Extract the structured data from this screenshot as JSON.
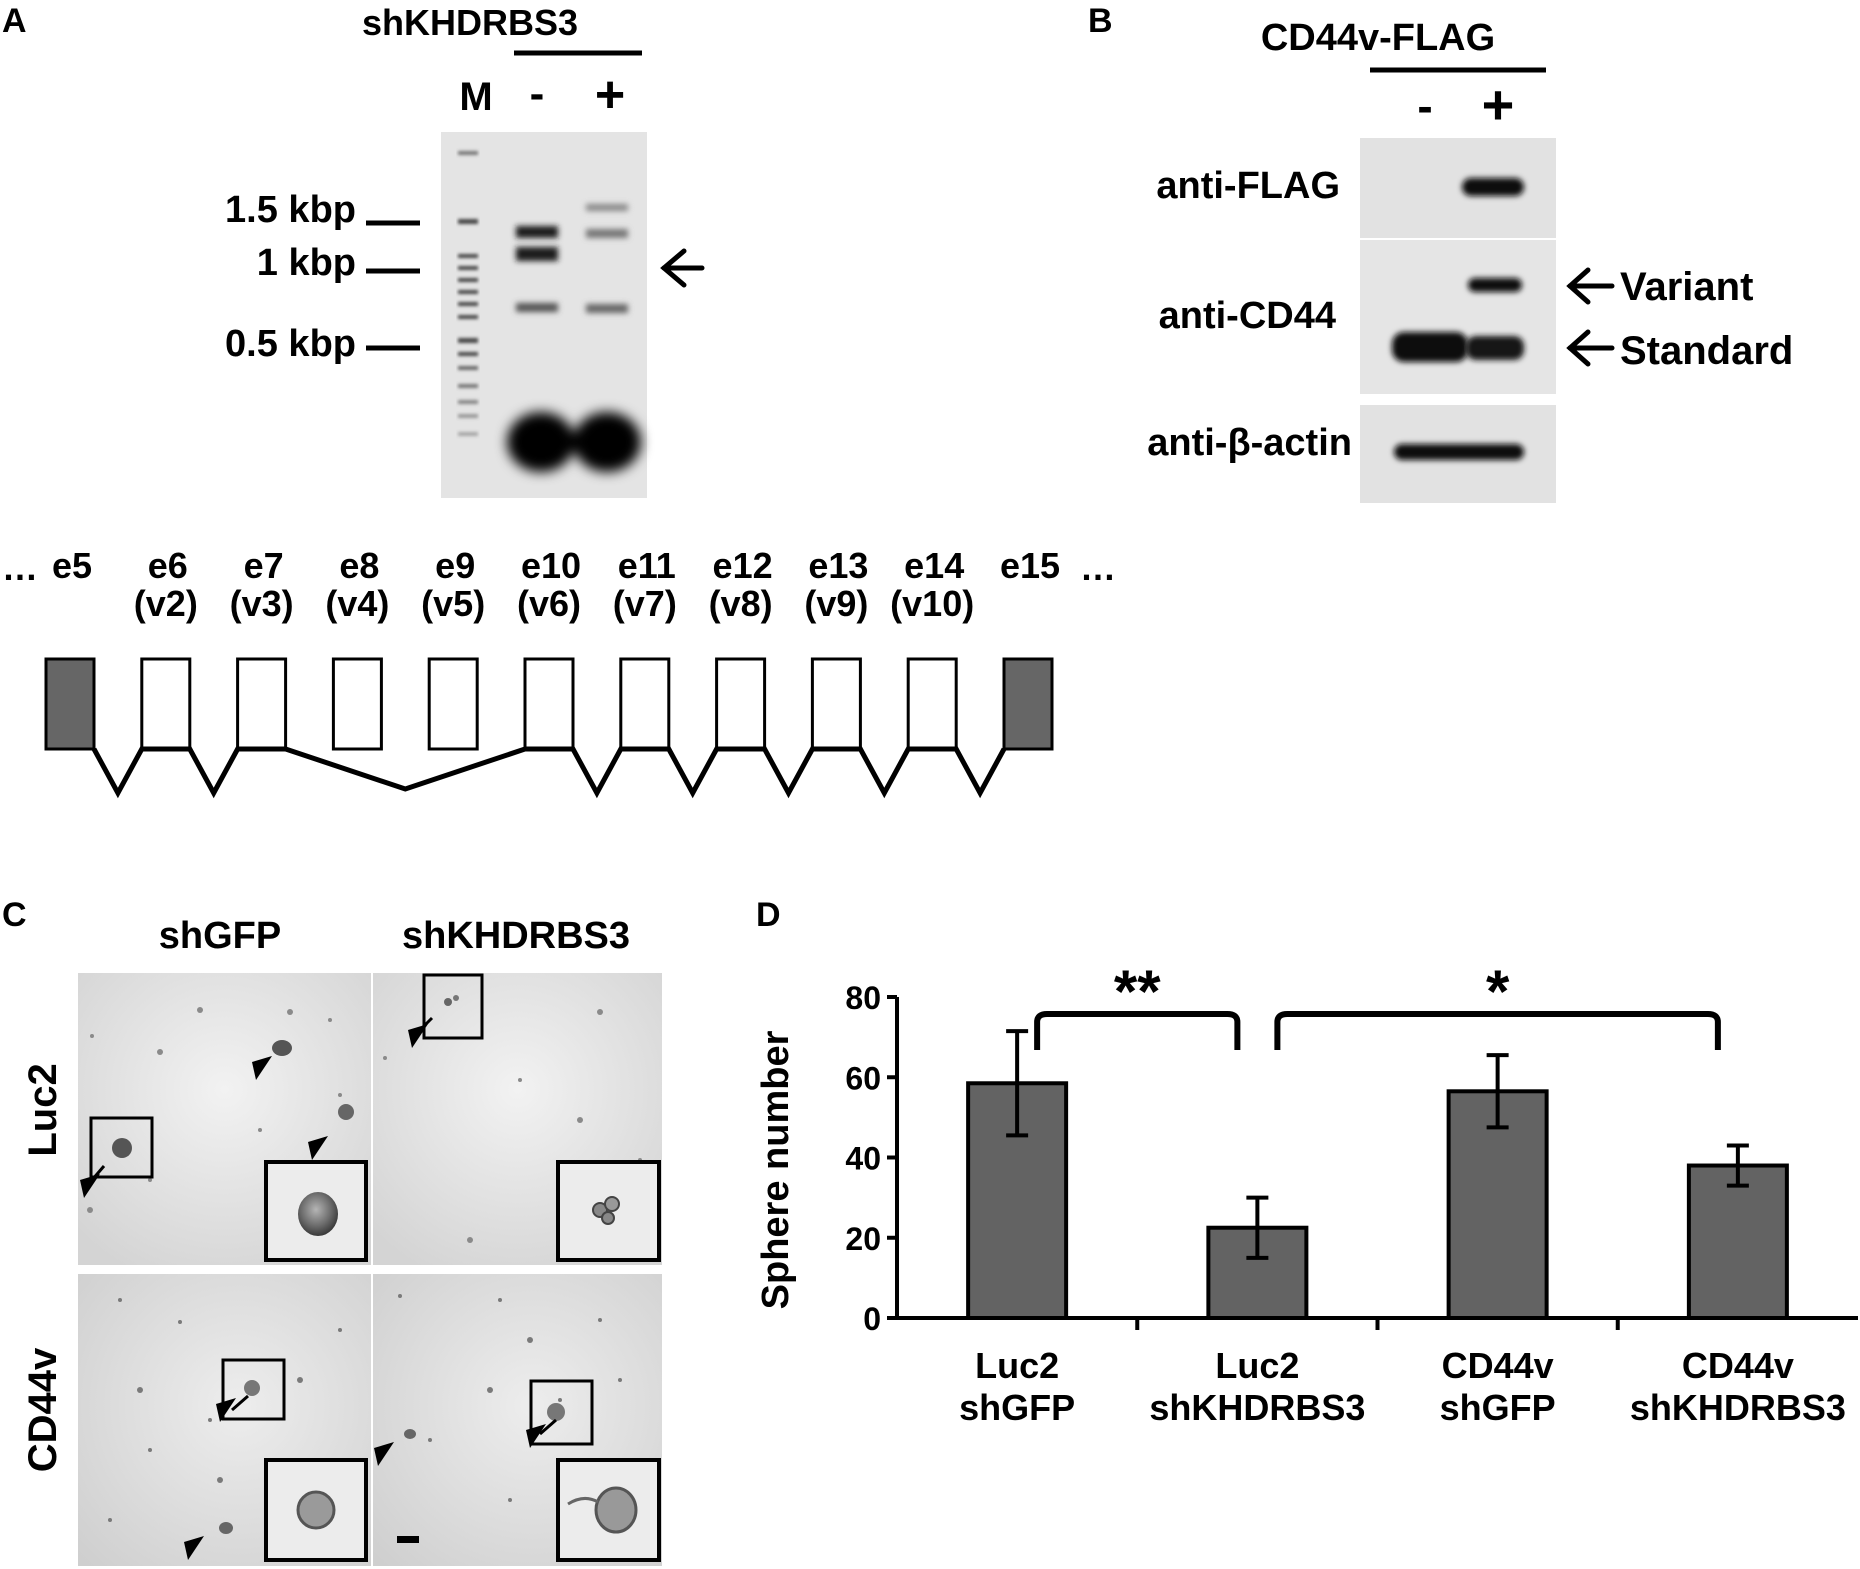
{
  "panels": {
    "a": {
      "letter": "A",
      "header": "shKHDRBS3",
      "lane_labels": [
        "M",
        "-",
        "+"
      ],
      "size_markers": [
        "1.5 kbp",
        "1 kbp",
        "0.5 kbp"
      ]
    },
    "b": {
      "letter": "B",
      "header": "CD44v-FLAG",
      "lane_labels": [
        "-",
        "+"
      ],
      "blot_labels": [
        "anti-FLAG",
        "anti-CD44",
        "anti-β-actin"
      ],
      "band_labels": [
        "Variant",
        "Standard"
      ]
    },
    "exon_map": {
      "ellipsis": "…",
      "exons": [
        {
          "name": "e5",
          "variant": "",
          "included": true,
          "constant": true
        },
        {
          "name": "e6",
          "variant": "(v2)",
          "included": true,
          "constant": false
        },
        {
          "name": "e7",
          "variant": "(v3)",
          "included": true,
          "constant": false
        },
        {
          "name": "e8",
          "variant": "(v4)",
          "included": false,
          "constant": false
        },
        {
          "name": "e9",
          "variant": "(v5)",
          "included": false,
          "constant": false
        },
        {
          "name": "e10",
          "variant": "(v6)",
          "included": true,
          "constant": false
        },
        {
          "name": "e11",
          "variant": "(v7)",
          "included": true,
          "constant": false
        },
        {
          "name": "e12",
          "variant": "(v8)",
          "included": true,
          "constant": false
        },
        {
          "name": "e13",
          "variant": "(v9)",
          "included": true,
          "constant": false
        },
        {
          "name": "e14",
          "variant": "(v10)",
          "included": true,
          "constant": false
        },
        {
          "name": "e15",
          "variant": "",
          "included": true,
          "constant": true
        }
      ]
    },
    "c": {
      "letter": "C",
      "column_labels": [
        "shGFP",
        "shKHDRBS3"
      ],
      "row_labels": [
        "Luc2",
        "CD44v"
      ]
    },
    "d": {
      "letter": "D",
      "significance": [
        "**",
        "*"
      ]
    }
  },
  "chart_data": {
    "type": "bar",
    "title": "",
    "xlabel": "",
    "ylabel": "Sphere number",
    "ylim": [
      0,
      80
    ],
    "yticks": [
      0,
      20,
      40,
      60,
      80
    ],
    "categories": [
      [
        "Luc2",
        "shGFP"
      ],
      [
        "Luc2",
        "shKHDRBS3"
      ],
      [
        "CD44v",
        "shGFP"
      ],
      [
        "CD44v",
        "shKHDRBS3"
      ]
    ],
    "values": [
      58.5,
      22.5,
      56.5,
      38
    ],
    "errors": [
      13,
      7.5,
      9,
      5
    ],
    "bar_color": "#636363",
    "grid": false,
    "comparisons": [
      {
        "from": 0,
        "to": 1,
        "label": "**"
      },
      {
        "from": 1,
        "to": 3,
        "label": "*"
      }
    ]
  }
}
